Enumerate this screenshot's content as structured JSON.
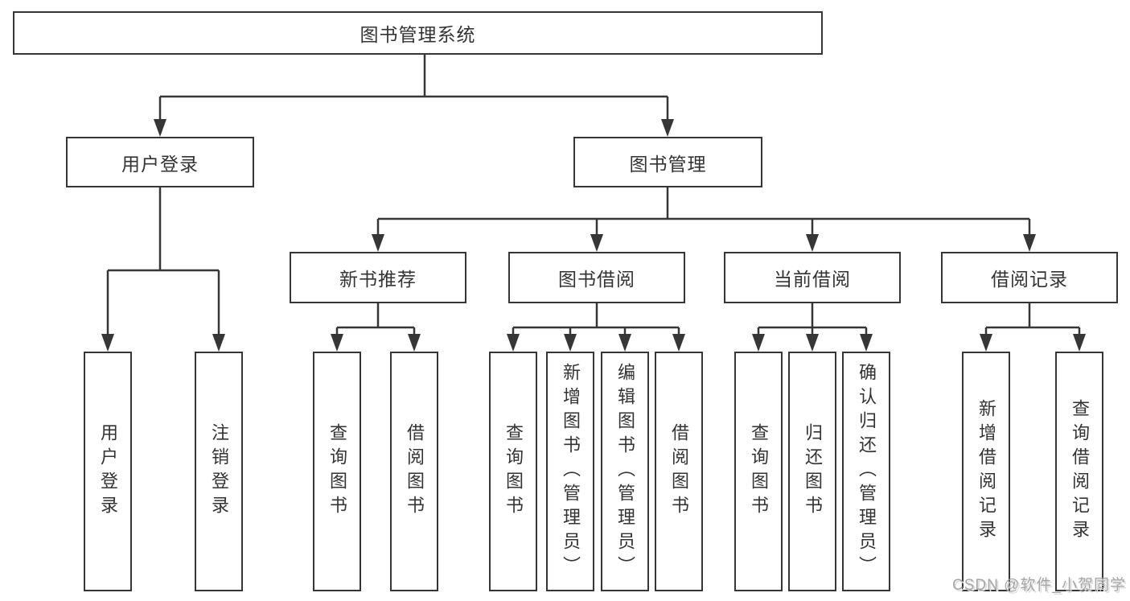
{
  "diagram": {
    "root": {
      "label": "图书管理系统",
      "children": [
        {
          "label": "用户登录",
          "children": [
            {
              "label": "用户登录"
            },
            {
              "label": "注销登录"
            }
          ]
        },
        {
          "label": "图书管理",
          "children": [
            {
              "label": "新书推荐",
              "children": [
                {
                  "label": "查询图书"
                },
                {
                  "label": "借阅图书"
                }
              ]
            },
            {
              "label": "图书借阅",
              "children": [
                {
                  "label": "查询图书"
                },
                {
                  "label": "新增图书（管理员）"
                },
                {
                  "label": "编辑图书（管理员）"
                },
                {
                  "label": "借阅图书"
                }
              ]
            },
            {
              "label": "当前借阅",
              "children": [
                {
                  "label": "查询图书"
                },
                {
                  "label": "归还图书"
                },
                {
                  "label": "确认归还（管理员）"
                }
              ]
            },
            {
              "label": "借阅记录",
              "children": [
                {
                  "label": "新增借阅记录"
                },
                {
                  "label": "查询借阅记录"
                }
              ]
            }
          ]
        }
      ]
    }
  },
  "watermark": {
    "text": "CSDN @软件_小贺同学"
  },
  "colors": {
    "line": "#363636",
    "box_border": "#363636",
    "text": "#333333",
    "watermark": "#a6a6a6",
    "background": "#ffffff"
  }
}
